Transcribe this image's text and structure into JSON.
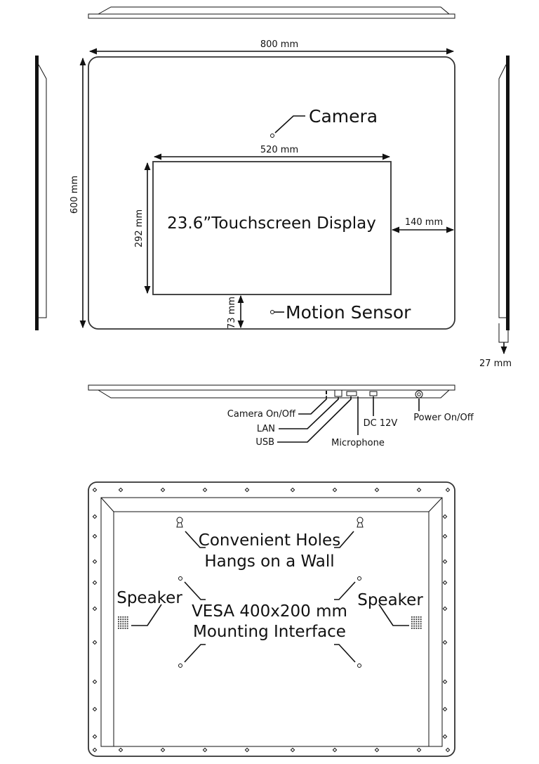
{
  "front": {
    "width_label": "800 mm",
    "height_label": "600 mm",
    "display_width_label": "520 mm",
    "display_height_label": "292 mm",
    "display_title": "23.6”Touchscreen Display",
    "side_margin_label": "140 mm",
    "bottom_margin_label": "73 mm",
    "camera_label": "Camera",
    "motion_label": "Motion Sensor",
    "depth_label": "27 mm"
  },
  "bottom_ports": {
    "camera_switch": "Camera On/Off",
    "lan": "LAN",
    "usb": "USB",
    "microphone": "Microphone",
    "dc": "DC 12V",
    "power": "Power On/Off"
  },
  "back": {
    "holes_line1": "Convenient Holes",
    "holes_line2": "Hangs on a Wall",
    "speaker_left": "Speaker",
    "speaker_right": "Speaker",
    "vesa_line1": "VESA 400x200 mm",
    "vesa_line2": "Mounting Interface"
  }
}
